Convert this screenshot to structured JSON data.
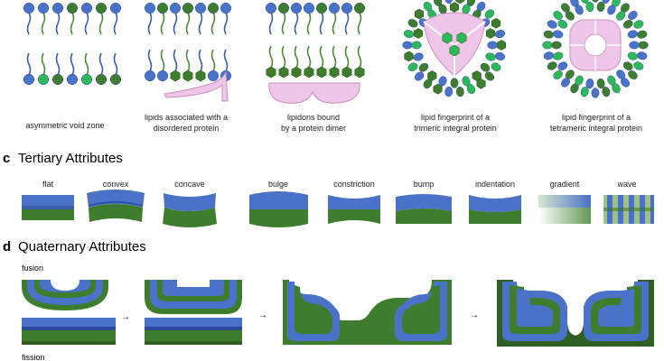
{
  "colors": {
    "blue": "#4a72c8",
    "blue_dark": "#2a4a9a",
    "green": "#3e7d2e",
    "green_light": "#2db85a",
    "green_dark": "#2f5f22",
    "pink": "#f0c6e8",
    "pink_dark": "#c98fbc",
    "tail_blue": "#3b5fa8",
    "tail_green": "#4c8a3a"
  },
  "top_row": {
    "captions": [
      [
        "asymmetric void zone"
      ],
      [
        "lipids associated with a",
        "disordered protein"
      ],
      [
        "lipidons bound",
        "by a protein dimer"
      ],
      [
        "lipid fingerprint of a",
        "trimeric integral protein"
      ],
      [
        "lipid fingerprint of a",
        "tetrameric integral protein"
      ]
    ]
  },
  "tertiary": {
    "letter": "c",
    "title": "Tertiary Attributes",
    "items": [
      "flat",
      "convex",
      "concave",
      "bulge",
      "constriction",
      "bump",
      "indentation",
      "gradient",
      "wave"
    ]
  },
  "quaternary": {
    "letter": "d",
    "title": "Quaternary Attributes",
    "label_top": "fusion",
    "label_bottom": "fission",
    "arrow": "→"
  }
}
